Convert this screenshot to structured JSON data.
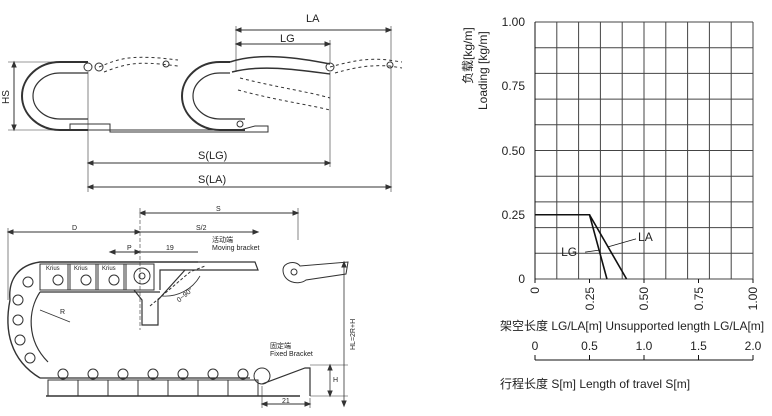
{
  "top_view": {
    "la_label": "LA",
    "lg_label": "LG",
    "hs_label": "HS",
    "s_lg_label": "S(LG)",
    "s_la_label": "S(LA)"
  },
  "bottom_view": {
    "d_label": "D",
    "s_label": "S",
    "s_half_label": "S/2",
    "p_label": "P",
    "dim_19": "19",
    "dim_21": "21",
    "r_label": "R",
    "angle_label": "0~90°",
    "h_label": "H",
    "hl_label": "HL=2R+H",
    "moving_bracket_cn": "活动端",
    "moving_bracket_en": "Moving bracket",
    "fixed_bracket_cn": "固定端",
    "fixed_bracket_en": "Fixed Bracket",
    "chain_brand": "Krius"
  },
  "chart_data": {
    "type": "line",
    "ylabel_cn": "负载[kg/m]",
    "ylabel_en": "Loading [kg/m]",
    "xlabel_top": "架空长度 LG/LA[m]  Unsupported length LG/LA[m]",
    "xlabel_bottom": "行程长度 S[m]  Length of travel S[m]",
    "y_ticks": [
      "1.00",
      "0.75",
      "0.50",
      "0.25",
      "0"
    ],
    "x_ticks_top": [
      "0",
      "0.25",
      "0.50",
      "0.75",
      "1.00"
    ],
    "x_ticks_bottom": [
      "0",
      "0.5",
      "1.0",
      "1.5",
      "2.0"
    ],
    "xlim_top": [
      0,
      1.0
    ],
    "xlim_bottom": [
      0,
      2.0
    ],
    "ylim": [
      0,
      1.0
    ],
    "grid": true,
    "series": [
      {
        "name": "LA",
        "x": [
          0,
          0.25,
          0.42
        ],
        "y": [
          0.25,
          0.25,
          0
        ]
      },
      {
        "name": "LG",
        "x": [
          0,
          0.25,
          0.33
        ],
        "y": [
          0.25,
          0.25,
          0
        ]
      }
    ]
  }
}
